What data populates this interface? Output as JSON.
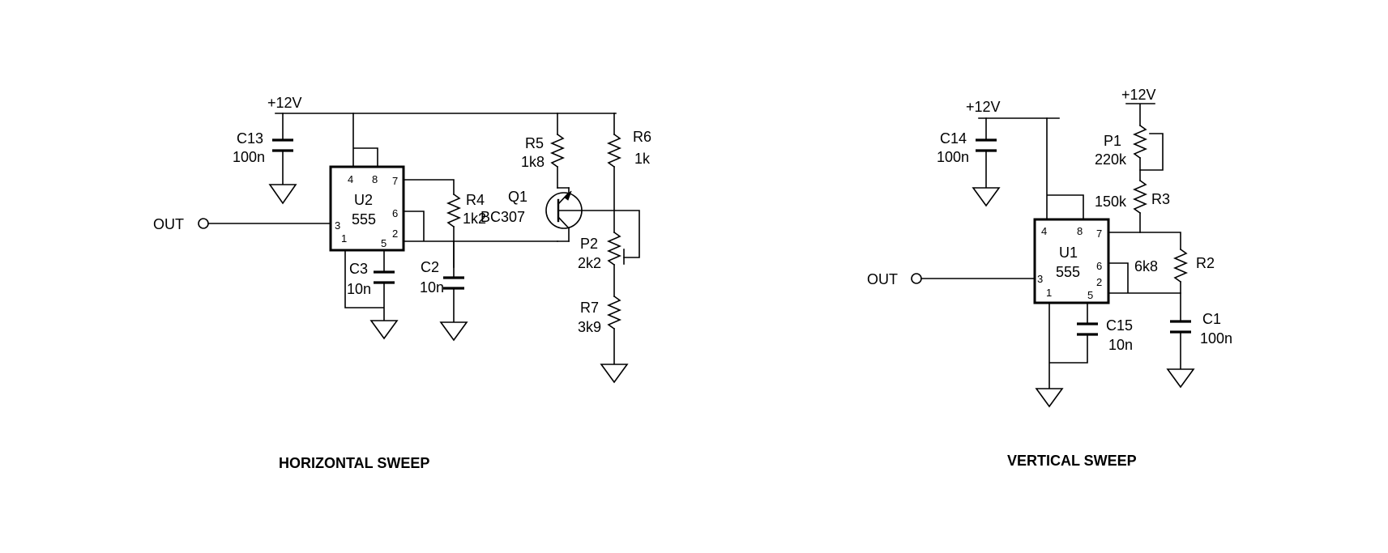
{
  "horizontal": {
    "title": "HORIZONTAL SWEEP",
    "supply": "+12V",
    "out_label": "OUT",
    "ic_ref": "U2",
    "ic_type": "555",
    "pins": {
      "p4": "4",
      "p8": "8",
      "p7": "7",
      "p6": "6",
      "p3": "3",
      "p2": "2",
      "p1": "1",
      "p5": "5"
    },
    "c13_ref": "C13",
    "c13_val": "100n",
    "c3_ref": "C3",
    "c3_val": "10n",
    "c2_ref": "C2",
    "c2_val": "10n",
    "r4_ref": "R4",
    "r4_val": "1k2",
    "r5_ref": "R5",
    "r5_val": "1k8",
    "r6_ref": "R6",
    "r6_val": "1k",
    "q1_ref": "Q1",
    "q1_val": "BC307",
    "p2_ref": "P2",
    "p2_val": "2k2",
    "r7_ref": "R7",
    "r7_val": "3k9"
  },
  "vertical": {
    "title": "VERTICAL SWEEP",
    "supply1": "+12V",
    "supply2": "+12V",
    "out_label": "OUT",
    "ic_ref": "U1",
    "ic_type": "555",
    "pins": {
      "p4": "4",
      "p8": "8",
      "p7": "7",
      "p6": "6",
      "p3": "3",
      "p2": "2",
      "p1": "1",
      "p5": "5"
    },
    "c14_ref": "C14",
    "c14_val": "100n",
    "p1_ref": "P1",
    "p1_val": "220k",
    "r3_ref": "R3",
    "r3_val": "150k",
    "r2_ref": "R2",
    "r2_val": "6k8",
    "c15_ref": "C15",
    "c15_val": "10n",
    "c1_ref": "C1",
    "c1_val": "100n"
  }
}
